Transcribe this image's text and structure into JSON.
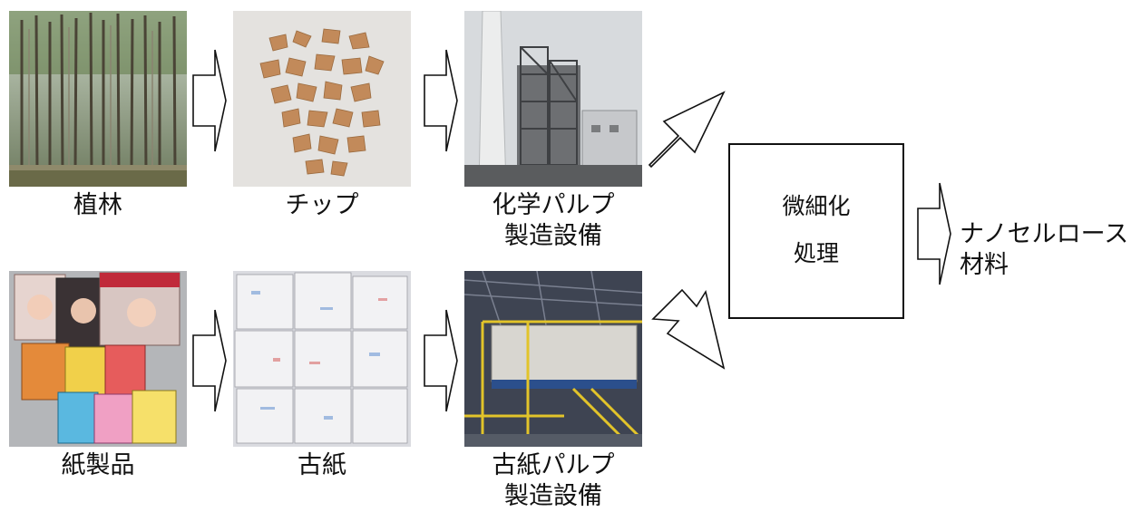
{
  "row_top": {
    "items": [
      {
        "image": "forest-photo",
        "caption": "植林"
      },
      {
        "image": "wood-chips-photo",
        "caption": "チップ"
      },
      {
        "image": "chemical-pulp-plant-photo",
        "caption_line1": "化学パルプ",
        "caption_line2": "製造設備"
      }
    ]
  },
  "row_bottom": {
    "items": [
      {
        "image": "magazines-photo",
        "caption": "紙製品"
      },
      {
        "image": "waste-paper-bales-photo",
        "caption": "古紙"
      },
      {
        "image": "recycled-pulp-plant-photo",
        "caption_line1": "古紙パルプ",
        "caption_line2": "製造設備"
      }
    ]
  },
  "process": {
    "line1": "微細化",
    "line2": "処理"
  },
  "output": {
    "line1": "ナノセルロース",
    "line2": "材料"
  }
}
